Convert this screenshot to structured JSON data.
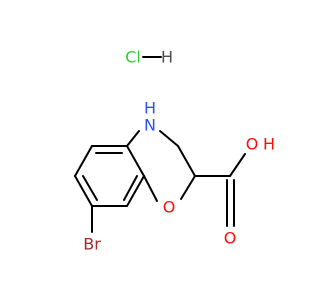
{
  "molecule": {
    "atoms": {
      "cl": {
        "label": "Cl",
        "color": "#33cc33"
      },
      "h": {
        "label": "H",
        "color": "#4d4d4d"
      },
      "n": {
        "label": "N",
        "color": "#3050f8"
      },
      "nh": {
        "label": "H",
        "color": "#3050f8"
      },
      "o_ring": {
        "label": "O",
        "color": "#ff0d0d"
      },
      "o_carbonyl": {
        "label": "O",
        "color": "#ff0d0d"
      },
      "o_hydroxyl": {
        "label": "O",
        "color": "#ff0d0d"
      },
      "oh_h": {
        "label": "H",
        "color": "#ff0d0d"
      },
      "br": {
        "label": "Br",
        "color": "#a62929"
      }
    }
  }
}
